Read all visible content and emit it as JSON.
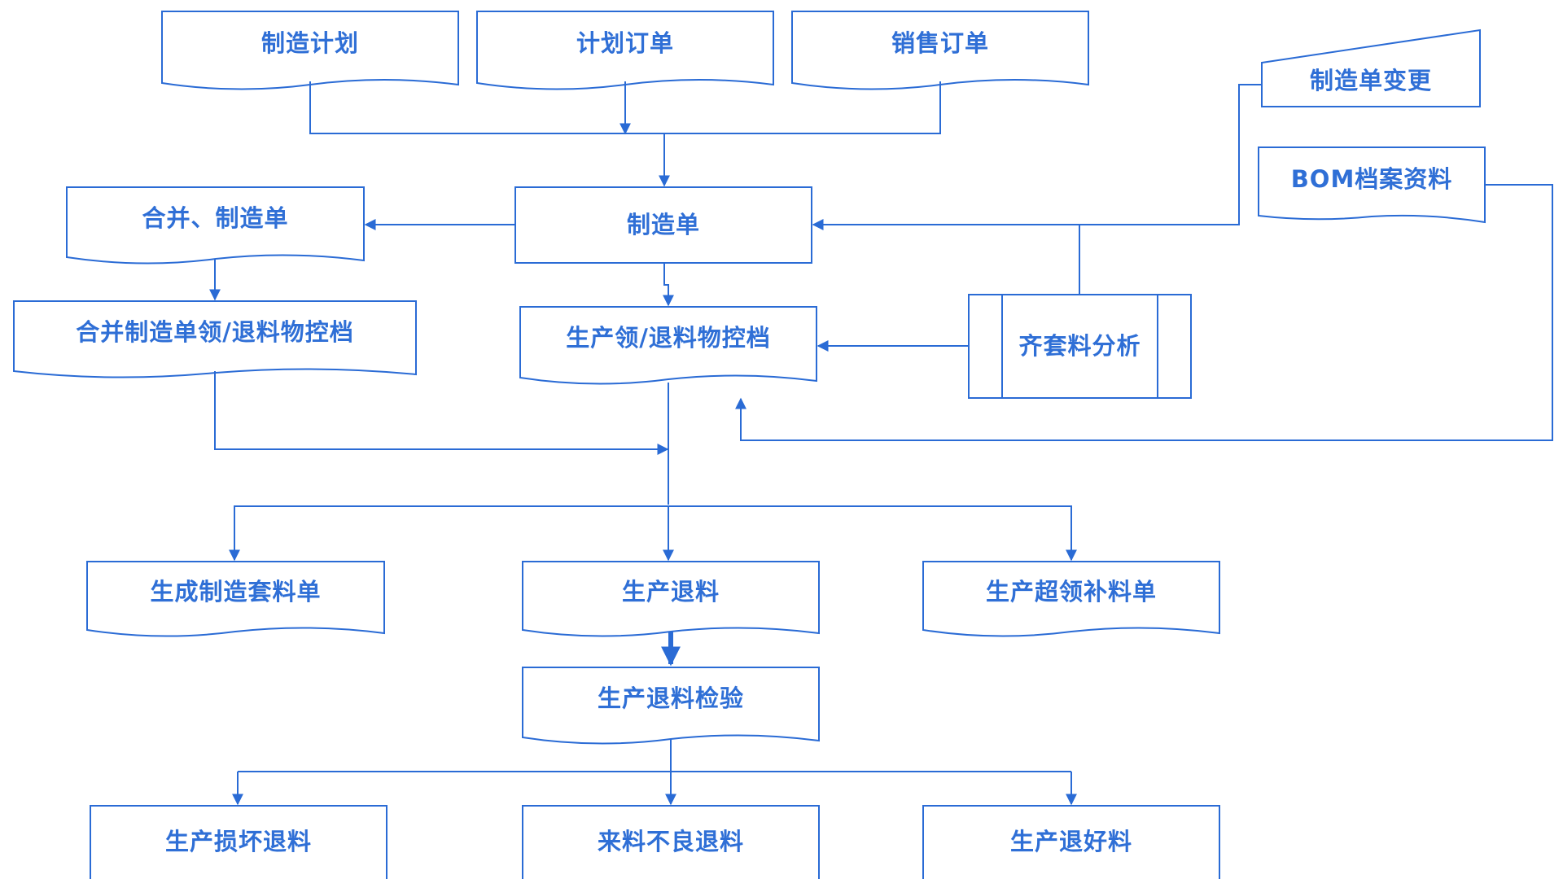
{
  "colors": {
    "stroke": "#2a6bd5",
    "text": "#2f6fd6",
    "background": "#ffffff"
  },
  "nodes": {
    "plan": "制造计划",
    "plan_order": "计划订单",
    "sales_order": "销售订单",
    "mo_change": "制造单变更",
    "bom": "BOM档案资料",
    "merge_mo": "合并、制造单",
    "mo": "制造单",
    "merge_issue": "合并制造单领/退料物控档",
    "prod_issue": "生产领/退料物控档",
    "kit_analysis": "齐套料分析",
    "gen_kit": "生成制造套料单",
    "prod_return": "生产退料",
    "over_issue": "生产超领补料单",
    "return_inspect": "生产退料检验",
    "damage_return": "生产损坏退料",
    "defect_return": "来料不良退料",
    "good_return": "生产退好料"
  }
}
